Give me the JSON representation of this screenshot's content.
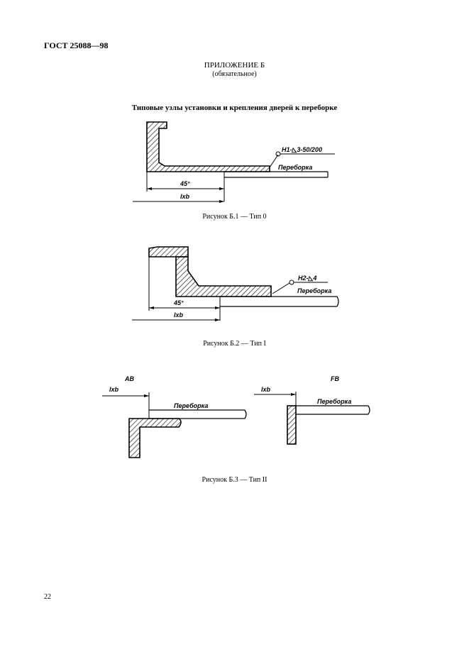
{
  "header": {
    "doc_code": "ГОСТ 25088—98"
  },
  "annex": {
    "title": "ПРИЛОЖЕНИЕ Б",
    "subtitle": "(обязательное)"
  },
  "section_title": "Типовые узлы установки и крепления дверей к переборке",
  "figures": [
    {
      "weld_label": "H1-◺3-50/200",
      "bulkhead_label": "Переборка",
      "dim_angle": "45°",
      "dim_label": "lxb",
      "caption": "Рисунок Б.1 — Тип 0"
    },
    {
      "weld_label": "H2-◺4",
      "bulkhead_label": "Переборка",
      "dim_angle": "45°",
      "dim_label": "lxb",
      "caption": "Рисунок Б.2 — Тип I"
    },
    {
      "left": {
        "title": "АВ",
        "dim_label": "lxb",
        "bulkhead_label": "Переборка"
      },
      "right": {
        "title": "FB",
        "dim_label": "lxb",
        "bulkhead_label": "Переборка"
      },
      "caption": "Рисунок Б.3 — Тип II"
    }
  ],
  "page_number": "22"
}
